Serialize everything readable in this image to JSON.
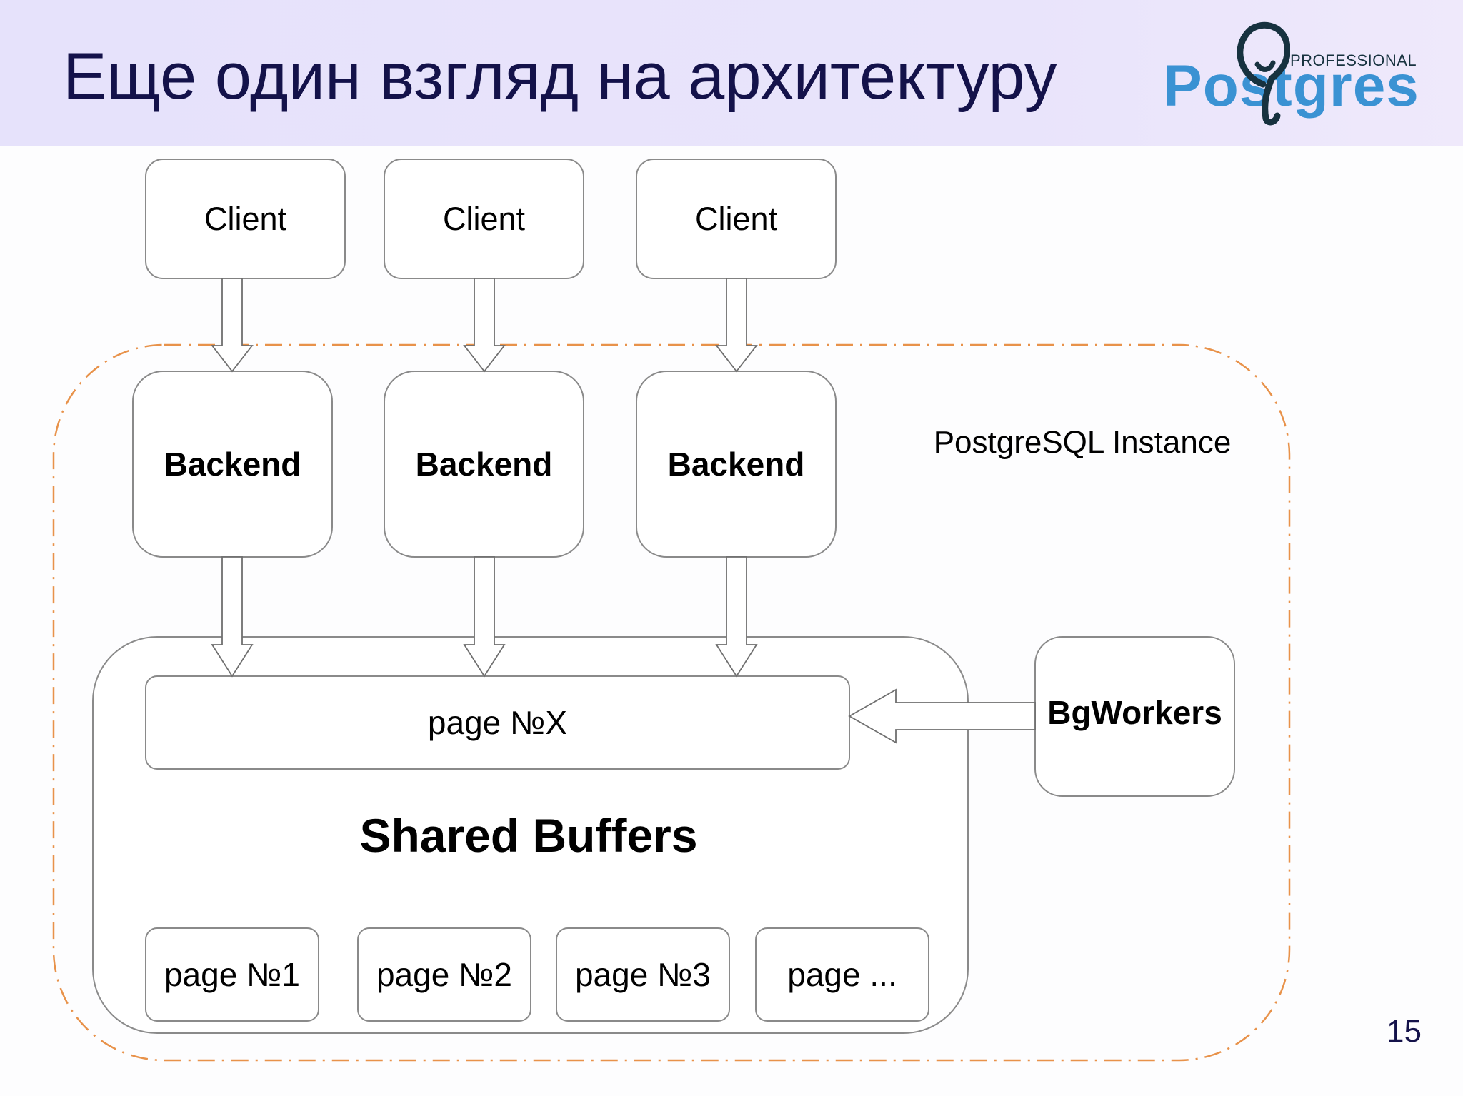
{
  "slide": {
    "title": "Еще один взгляд на архитектуру",
    "number": "15"
  },
  "logo": {
    "brand": "Postgres",
    "tagline": "PROFESSIONAL",
    "colors": {
      "wordmark": "#3a92d3",
      "mark": "#17323f"
    }
  },
  "diagram": {
    "clients": [
      {
        "label": "Client"
      },
      {
        "label": "Client"
      },
      {
        "label": "Client"
      }
    ],
    "backends": [
      {
        "label": "Backend"
      },
      {
        "label": "Backend"
      },
      {
        "label": "Backend"
      }
    ],
    "instance_label": "PostgreSQL Instance",
    "shared_buffers": {
      "label": "Shared Buffers",
      "target_page": "page №X",
      "pages": [
        "page №1",
        "page №2",
        "page №3",
        "page ..."
      ]
    },
    "bgworkers_label": "BgWorkers",
    "colors": {
      "instance_border": "#e8924a",
      "box_border": "#8a8a8a",
      "arrow_stroke": "#6f6f6f"
    }
  }
}
